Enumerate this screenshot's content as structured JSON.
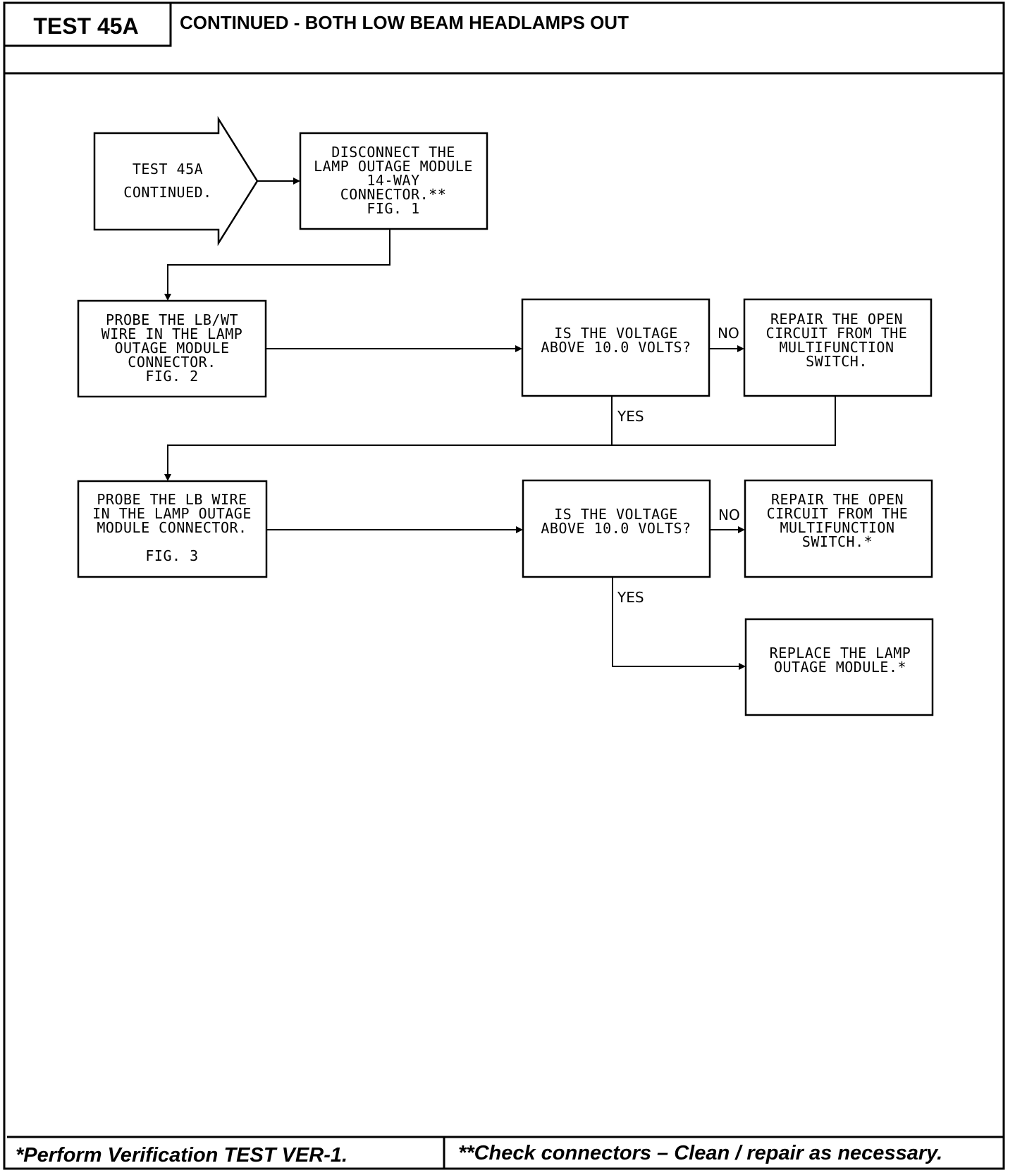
{
  "header": {
    "test_id": "TEST 45A",
    "title": "CONTINUED - BOTH LOW BEAM HEADLAMPS OUT"
  },
  "footer": {
    "left_note": "*Perform Verification TEST VER-1.",
    "right_note": "**Check connectors – Clean / repair as necessary."
  },
  "flowchart": {
    "start": {
      "lines": [
        "TEST 45A",
        "CONTINUED."
      ]
    },
    "disconnect": {
      "lines": [
        "DISCONNECT THE",
        "LAMP OUTAGE MODULE",
        "14-WAY",
        "CONNECTOR.**",
        "FIG. 1"
      ]
    },
    "probe_lbwt": {
      "lines": [
        "PROBE THE LB/WT",
        "WIRE IN THE LAMP",
        "OUTAGE MODULE",
        "CONNECTOR.",
        "FIG. 2"
      ]
    },
    "voltage_check_1": {
      "lines": [
        "IS THE VOLTAGE",
        "ABOVE 10.0 VOLTS?"
      ]
    },
    "repair_1": {
      "lines": [
        "REPAIR THE OPEN",
        "CIRCUIT FROM THE",
        "MULTIFUNCTION",
        "SWITCH."
      ]
    },
    "probe_lb": {
      "lines": [
        "PROBE THE LB WIRE",
        "IN THE LAMP OUTAGE",
        "MODULE CONNECTOR.",
        "",
        "FIG. 3"
      ]
    },
    "voltage_check_2": {
      "lines": [
        "IS THE VOLTAGE",
        "ABOVE 10.0 VOLTS?"
      ]
    },
    "repair_2": {
      "lines": [
        "REPAIR THE OPEN",
        "CIRCUIT FROM THE",
        "MULTIFUNCTION",
        "SWITCH.*"
      ]
    },
    "replace": {
      "lines": [
        "REPLACE THE LAMP",
        "OUTAGE MODULE.*"
      ]
    },
    "edge_labels": {
      "no_1": "NO",
      "yes_1": "YES",
      "no_2": "NO",
      "yes_2": "YES"
    }
  }
}
